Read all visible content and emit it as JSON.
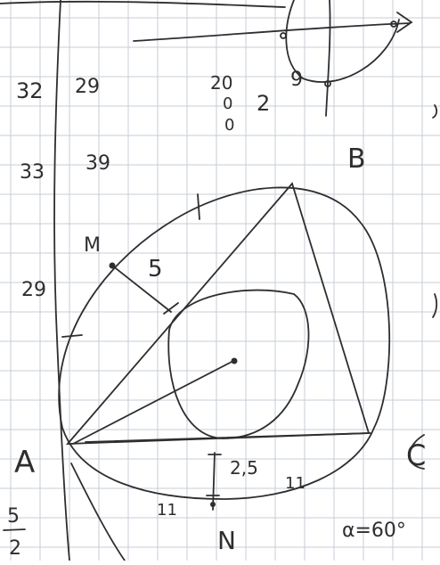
{
  "image": {
    "subject": "Handwritten geometry sketch on graph paper: triangle with inscribed and circumscribed circles",
    "colors": {
      "paper": "#ffffff",
      "grid": "#c7ccd6",
      "ink": "#2e2e2e"
    }
  },
  "notes": {
    "left_margin": [
      "32",
      "29",
      "33",
      "39",
      "29"
    ],
    "top_middle": [
      "20",
      "0",
      "0",
      "2"
    ],
    "top_right": [
      "9"
    ],
    "vertices": {
      "a": "A",
      "b": "B",
      "c": "C",
      "n": "N"
    },
    "measures": {
      "tangent_point": "M",
      "inradius": "5",
      "segment": "2,5",
      "tick_left": "11",
      "tick_right": "11"
    },
    "bottom_left": {
      "top": "5",
      "bottom": "2"
    },
    "bottom_right": "α=60°"
  }
}
